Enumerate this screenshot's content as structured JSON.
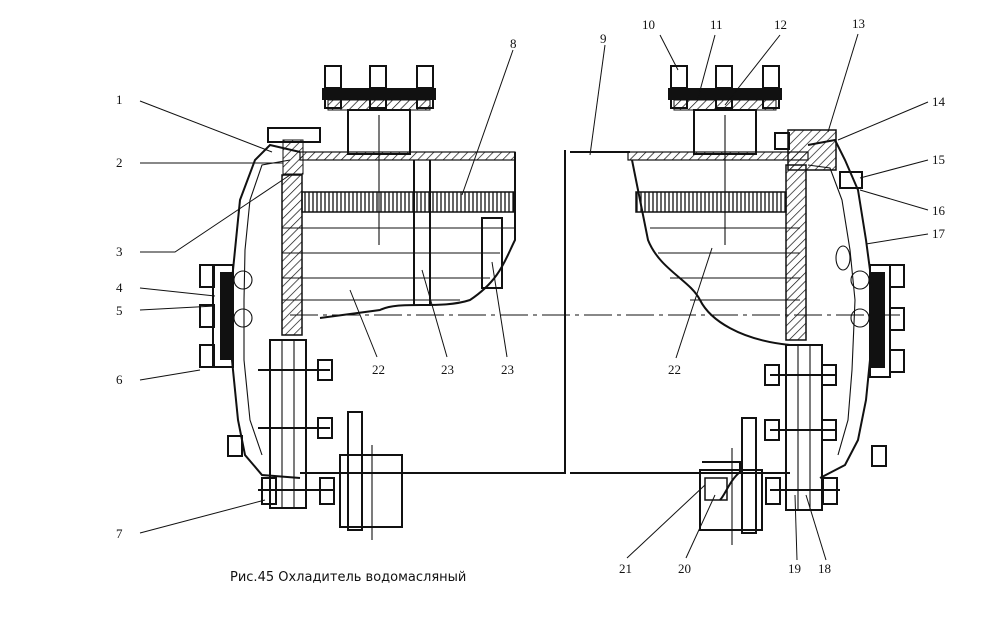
{
  "caption": "Рис.45 Охладитель водомасляный",
  "labels": [
    "1",
    "2",
    "3",
    "4",
    "5",
    "6",
    "7",
    "8",
    "9",
    "10",
    "11",
    "12",
    "13",
    "14",
    "15",
    "16",
    "17",
    "18",
    "19",
    "20",
    "21",
    "22",
    "22",
    "23",
    "23"
  ]
}
